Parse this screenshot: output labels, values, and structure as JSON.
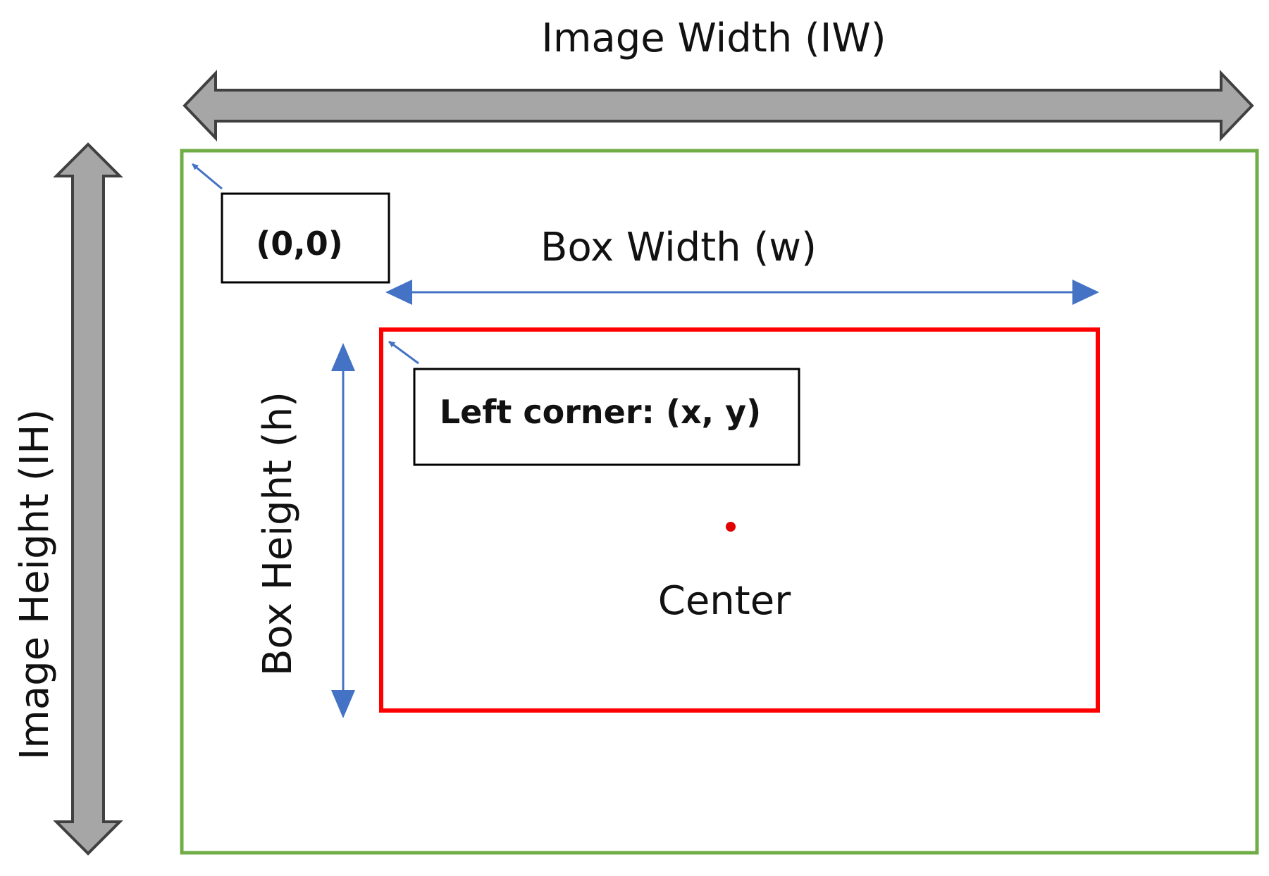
{
  "labels": {
    "image_width": "Image Width (IW)",
    "image_height": "Image Height (IH)",
    "origin": "(0,0)",
    "box_width": "Box Width (w)",
    "box_height": "Box Height (h)",
    "left_corner": "Left corner: (x, y)",
    "center": "Center"
  },
  "colors": {
    "image_border": "#70AD47",
    "box_border": "#FF0000",
    "dimension_arrow_fill": "#A6A6A6",
    "dimension_arrow_stroke": "#404040",
    "pointer_arrow": "#4472C4",
    "center_dot": "#E00000",
    "label_box_border": "#000000"
  }
}
